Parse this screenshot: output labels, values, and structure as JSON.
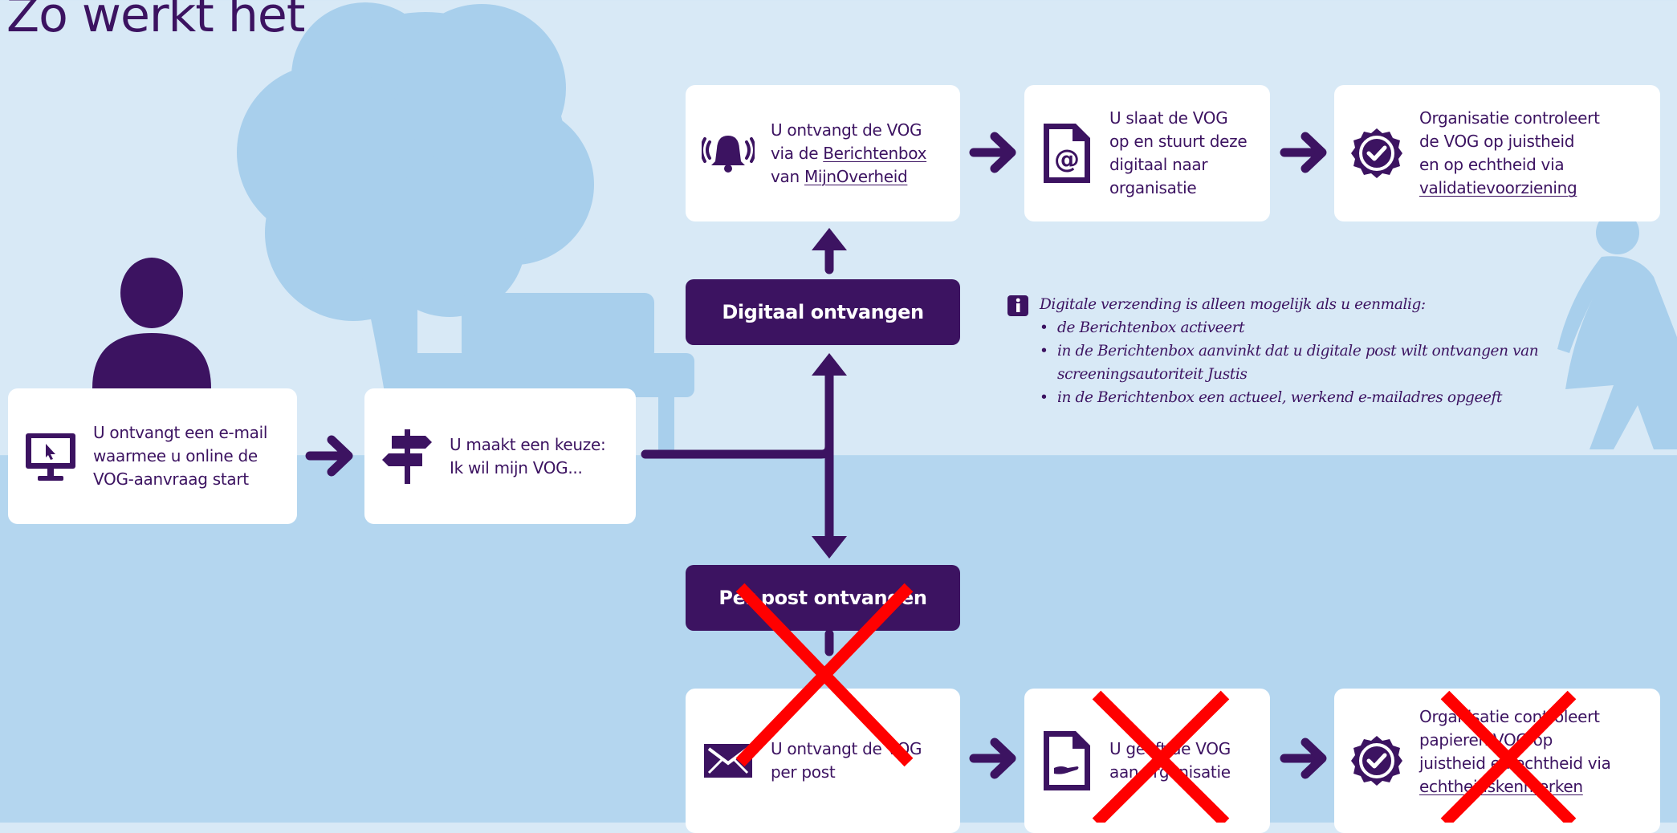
{
  "title": "Zo werkt het",
  "steps": {
    "email": {
      "lines": [
        "U ontvangt een e-mail",
        "waarmee u online de",
        "VOG-aanvraag start"
      ],
      "icon": "monitor-cursor-icon"
    },
    "choice": {
      "lines": [
        "U maakt een keuze:",
        "Ik wil mijn VOG..."
      ],
      "icon": "signpost-icon"
    },
    "digital_receive": {
      "line1": "U ontvangt de VOG",
      "line2_pre": "via de ",
      "line2_link": "Berichtenbox",
      "line3_pre": "van ",
      "line3_link": "MijnOverheid",
      "icon": "bell-icon"
    },
    "digital_send": {
      "lines": [
        "U slaat de VOG",
        "op en stuurt deze",
        "digitaal naar",
        "organisatie"
      ],
      "icon": "document-at-icon"
    },
    "digital_check": {
      "lines": [
        "Organisatie controleert",
        "de VOG op juistheid",
        "en op echtheid via"
      ],
      "link": "validatievoorziening",
      "icon": "check-badge-icon"
    },
    "post_receive": {
      "lines": [
        "U ontvangt de VOG",
        "per post"
      ],
      "icon": "envelope-icon"
    },
    "post_send": {
      "lines": [
        "U geeft de VOG",
        "aan organisatie"
      ],
      "icon": "document-hand-icon"
    },
    "post_check": {
      "lines": [
        "Organisatie controleert",
        "papieren VOG op",
        "juistheid en echtheid via"
      ],
      "link": "echtheidskenmerken",
      "icon": "check-badge-icon"
    }
  },
  "options": {
    "digital": "Digitaal ontvangen",
    "post": "Per post ontvangen"
  },
  "info": {
    "intro": "Digitale verzending is alleen mogelijk als u eenmalig:",
    "bullets": [
      "de Berichtenbox activeert",
      "in de Berichtenbox aanvinkt dat u digitale post wilt ontvangen van",
      "in de Berichtenbox een actueel, werkend e-mailadres opgeeft"
    ],
    "bullet2_cont": "screeningsautoriteit Justis",
    "icon": "info-icon"
  },
  "colors": {
    "brand": "#3c1361",
    "sky": "#d8e9f6",
    "ground": "#b4d6ef",
    "illustration": "#a8cfec",
    "cross": "#ff0000"
  }
}
